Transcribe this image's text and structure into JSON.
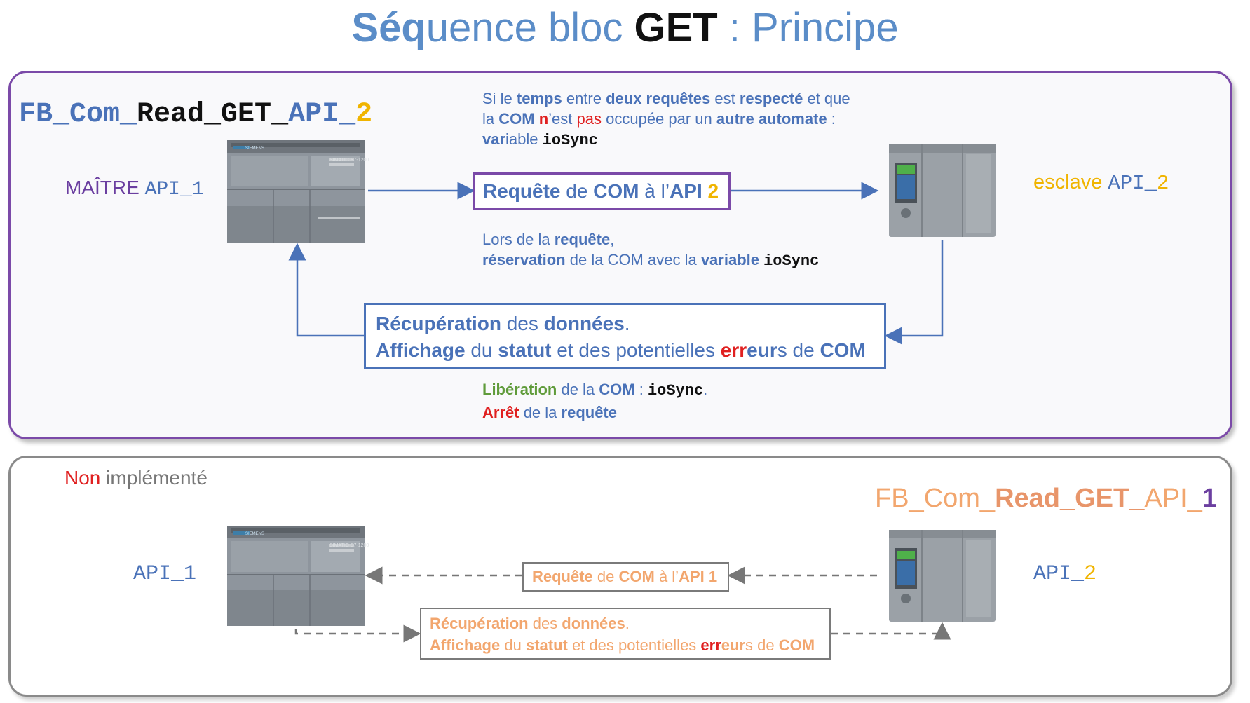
{
  "title": {
    "p1": "Séq",
    "p2": "uence bloc ",
    "p3": "GET",
    "p4": " : Principe"
  },
  "top": {
    "fb": {
      "p1": "FB_Com_",
      "p2": "Read_GET_",
      "p3": "API_",
      "p4": "2"
    },
    "master": {
      "p1": "MAÎTRE ",
      "p2": "API_1"
    },
    "slave": {
      "p1": "esclave ",
      "p2": "API_",
      "p3": "2"
    },
    "note1": {
      "l1": [
        "Si le ",
        "temps",
        " entre ",
        "deux requêtes",
        " est ",
        "respecté",
        " et que"
      ],
      "l2": [
        "la ",
        "COM",
        " ",
        "n",
        "’est ",
        "pas",
        " occupée par un ",
        "autre automate",
        " :"
      ],
      "l3": [
        "var",
        "iable ",
        "ioSync"
      ]
    },
    "request": {
      "p1": "Requête",
      "p2": " de ",
      "p3": "COM",
      "p4": " à l’",
      "p5": "API",
      "p6": " 2"
    },
    "note2": {
      "l1": [
        "Lors de la ",
        "requête",
        ","
      ],
      "l2": [
        "réservation",
        " de la COM avec la ",
        "variable",
        " ",
        "ioSync"
      ]
    },
    "response": {
      "l1": [
        "Récupération",
        " des ",
        "données",
        "."
      ],
      "l2": [
        "Affichage",
        " du ",
        "statut",
        " et des potentielles ",
        "err",
        "eur",
        "s de ",
        "COM"
      ]
    },
    "note3": {
      "l1": [
        "Libération",
        " de la ",
        "COM",
        " : ",
        "ioSync",
        "."
      ],
      "l2": [
        "Arrêt",
        " de la ",
        "requête"
      ]
    }
  },
  "bottom": {
    "status": {
      "p1": "Non",
      "p2": " implémenté"
    },
    "fb": {
      "p1": "FB_Com_",
      "p2": "Read_GET_",
      "p3": "API_",
      "p4": "1"
    },
    "api1": "API_1",
    "api2": {
      "p1": "API_",
      "p2": "2"
    },
    "request": {
      "p1": "Requête",
      "p2": " de ",
      "p3": "COM",
      "p4": " à l’",
      "p5": "API 1"
    },
    "response": {
      "l1": [
        "Récupération",
        " des ",
        "données",
        "."
      ],
      "l2": [
        "Affichage",
        " du ",
        "statut",
        " et des potentielles ",
        "err",
        "eur",
        "s de ",
        "COM"
      ]
    }
  },
  "devices": {
    "s7_1200_label": "SIMATIC S7-1200",
    "brand": "SIEMENS"
  },
  "colors": {
    "title_blue": "#5b8dc8",
    "text_blue": "#4a72b8",
    "purple": "#6b3fa0",
    "gold": "#f0b400",
    "red": "#e02020",
    "green": "#5f9b3a",
    "orange": "#f2a66e"
  }
}
